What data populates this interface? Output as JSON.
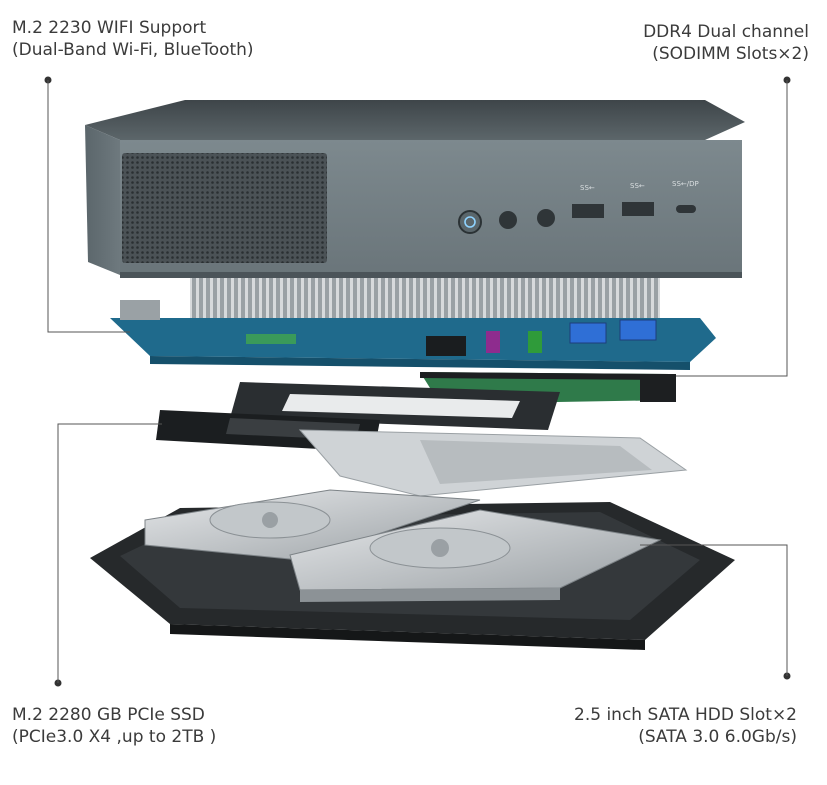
{
  "callouts": {
    "wifi": {
      "line1": "M.2 2230 WIFI Support",
      "line2": "(Dual-Band Wi-Fi, BlueTooth)"
    },
    "ddr4": {
      "line1": "DDR4  Dual channel",
      "line2": "(SODIMM Slots×2)"
    },
    "ssd": {
      "line1": "M.2 2280 GB PCIe SSD",
      "line2": "(PCIe3.0 X4 ,up to 2TB )"
    },
    "hdd": {
      "line1": "2.5 inch SATA HDD Slot×2",
      "line2": "(SATA 3.0 6.0Gb/s)"
    }
  },
  "front_panel": {
    "port_labels": [
      "SS←",
      "SS←",
      "SS←/DP"
    ]
  },
  "colors": {
    "chassis": "#6f7b80",
    "chassis_dark": "#4f5a5f",
    "board": "#1f6a8c",
    "heatsink": "#c9cdd0",
    "usb_blue": "#2f6fd6",
    "accent_purple": "#8e2c8e",
    "accent_green": "#2f9b3a"
  }
}
